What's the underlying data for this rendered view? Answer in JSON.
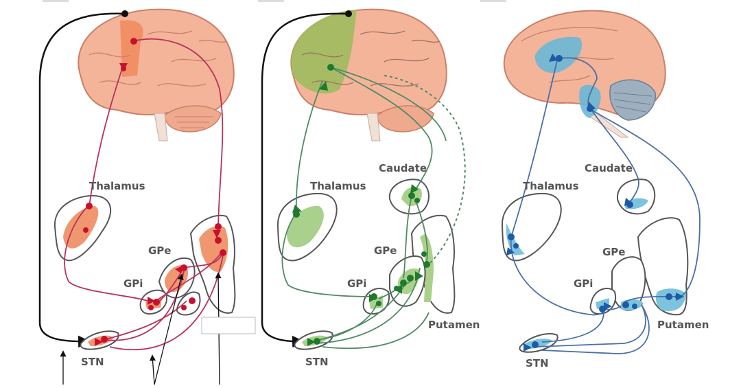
{
  "labels": {
    "p1_thalamus": "Thalamus",
    "p1_gpe": "GPe",
    "p1_gpi": "GPi",
    "p1_stn": "STN",
    "p2_thalamus": "Thalamus",
    "p2_caudate": "Caudate",
    "p2_gpe": "GPe",
    "p2_gpi": "GPi",
    "p2_putamen": "Putamen",
    "p2_stn": "STN",
    "p3_thalamus": "Thalamus",
    "p3_caudate": "Caudate",
    "p3_gpe": "GPe",
    "p3_gpi": "GPi",
    "p3_putamen": "Putamen",
    "p3_stn": "STN"
  },
  "colors": {
    "motor": "#b8325a",
    "motor_fill": "#f0976f",
    "motor_dot": "#c8102e",
    "associative": "#4f8a63",
    "associative_fill": "#a9d18b",
    "associative_dot": "#1f7a2e",
    "limbic": "#4a6fa5",
    "limbic_fill": "#7cc4dd",
    "limbic_dot": "#1e5aa8",
    "brain": "#f3b49a",
    "outline": "#555555",
    "hyperdirect": "#111111"
  },
  "icons": {
    "motor_loop": "motor-circuit-diagram",
    "associative_loop": "associative-circuit-diagram",
    "limbic_loop": "limbic-circuit-diagram"
  }
}
